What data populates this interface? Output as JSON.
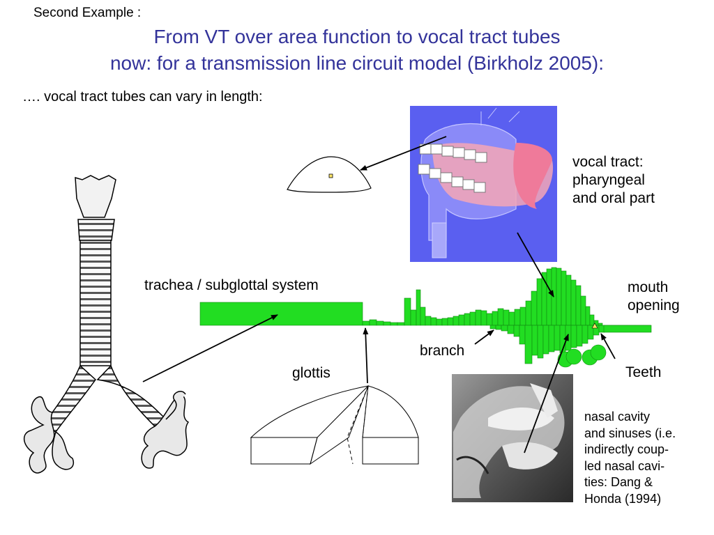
{
  "header": {
    "kicker": "Second Example :",
    "title_line1": "From VT over area function to vocal tract tubes",
    "title_line2": "now: for a transmission line circuit model (Birkholz 2005):",
    "subline": "…. vocal tract tubes can vary in length:"
  },
  "labels": {
    "trachea": "trachea / subglottal system",
    "glottis": "glottis",
    "branch": "branch",
    "teeth": "Teeth",
    "vocal_tract": [
      "vocal tract:",
      "pharyngeal",
      "and oral part"
    ],
    "mouth": [
      "mouth",
      "opening"
    ],
    "nasal": [
      "nasal cavity",
      "and sinuses (i.e.",
      "indirectly coup-",
      "led nasal cavi-",
      "ties: Dang &",
      "Honda (1994)"
    ]
  },
  "colors": {
    "title": "#33339a",
    "tube_fill": "#22dd22",
    "tube_stroke": "#118811",
    "render_bg": "#5a5ff0"
  },
  "icons": {
    "trachea": "trachea-illustration",
    "vocal_tract": "vocal-tract-3d-render",
    "nasal": "nasal-cavity-mri-slice",
    "glottis": "glottis-wedge-model",
    "cross_section": "vocal-tract-cross-section"
  }
}
